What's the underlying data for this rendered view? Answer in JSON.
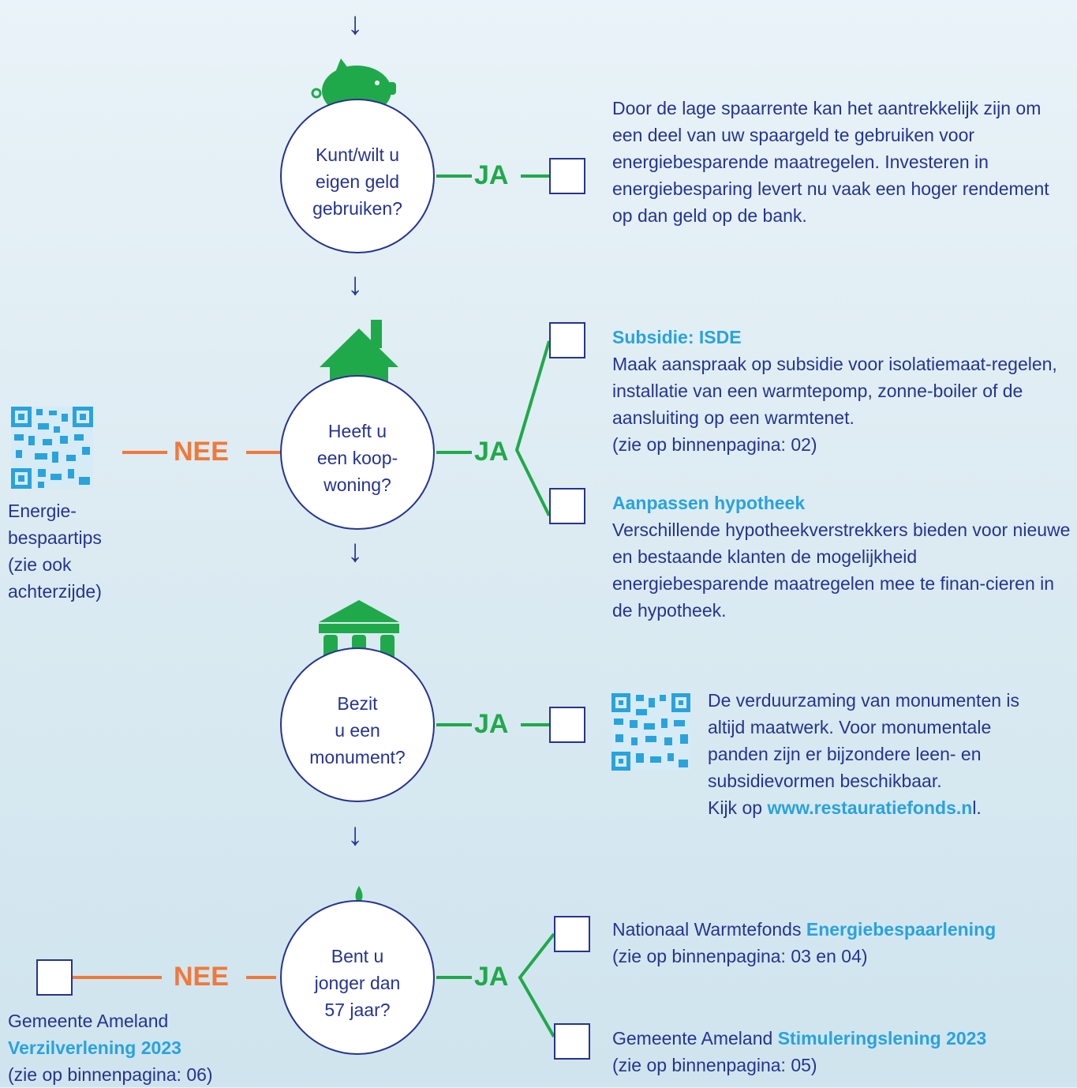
{
  "questions": [
    {
      "text": "Kunt/wilt u\neigen geld\ngebruiken?",
      "icon": "piggy-bank-icon"
    },
    {
      "text": "Heeft u\neen koop-\nwoning?",
      "icon": "house-icon"
    },
    {
      "text": "Bezit\nu een\nmonument?",
      "icon": "monument-icon"
    },
    {
      "text": "Bent u\njonger dan\n57 jaar?",
      "icon": "birthday-cake-icon"
    }
  ],
  "labels": {
    "yes": "JA",
    "no": "NEE"
  },
  "q1_info": "Door de lage spaarrente kan het aantrekkelijk zijn om een deel van uw spaargeld te gebruiken voor energiebesparende maatregelen. Investeren in energiebesparing levert nu vaak een hoger rendement op dan geld op de bank.",
  "q2_isde": {
    "title": "Subsidie: ISDE",
    "body": "Maak aanspraak op subsidie voor isolatiemaat-regelen, installatie van een warmtepomp, zonne-boiler of de aansluiting op een warmtenet.",
    "ref": "(zie op binnenpagina: 02)"
  },
  "q2_mortgage": {
    "title": "Aanpassen hypotheek",
    "body": "Verschillende hypotheekverstrekkers bieden voor nieuwe en bestaande klanten de mogelijkheid energiebesparende maatregelen mee te finan-cieren in de hypotheek."
  },
  "q2_no": {
    "label": "Energie-\nbespaartips\n(zie ook\nachterzijde)"
  },
  "q3_info": {
    "text": "De verduurzaming van monumenten is altijd maatwerk. Voor monumentale panden zijn er bijzondere leen- en subsidievormen beschikbaar.",
    "prefix": "Kijk op ",
    "link": "www.restauratiefonds.n",
    "suffix": "l."
  },
  "q4_warmtefonds": {
    "prefix": "Nationaal Warmtefonds ",
    "highlight": "Energiebespaarlening",
    "ref": "(zie op binnenpagina: 03 en 04)"
  },
  "q4_stimulering": {
    "prefix": "Gemeente Ameland ",
    "highlight": "Stimuleringslening 2023",
    "ref": "(zie op binnenpagina: 05)"
  },
  "q4_no": {
    "line1": "Gemeente Ameland",
    "highlight": "Verzilverlening 2023",
    "ref": "(zie op binnenpagina: 06)"
  },
  "colors": {
    "navy": "#26348f",
    "green": "#20a94b",
    "orange": "#f0793a",
    "blue": "#29a3dc"
  }
}
